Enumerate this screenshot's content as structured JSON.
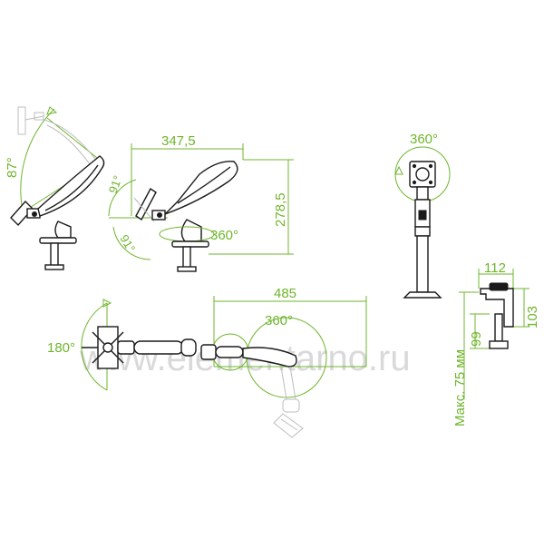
{
  "watermark": "www.elementarno.ru",
  "dimensions": {
    "tilt": "87°",
    "width_span": "347,5",
    "height": "278,5",
    "tilt_up": "91°",
    "tilt_down": "91°",
    "rotate_side": "360°",
    "rotate_front": "360°",
    "swivel_top": "180°",
    "reach": "485",
    "rotate_top": "360°",
    "clamp_width": "112",
    "clamp_height": "103",
    "clamp_small": "99",
    "clamp_max": "Макс. 75 мм"
  },
  "colors": {
    "dimension": "#6fb52c",
    "line": "#1a1a1a",
    "watermark": "#d9d9d9"
  }
}
